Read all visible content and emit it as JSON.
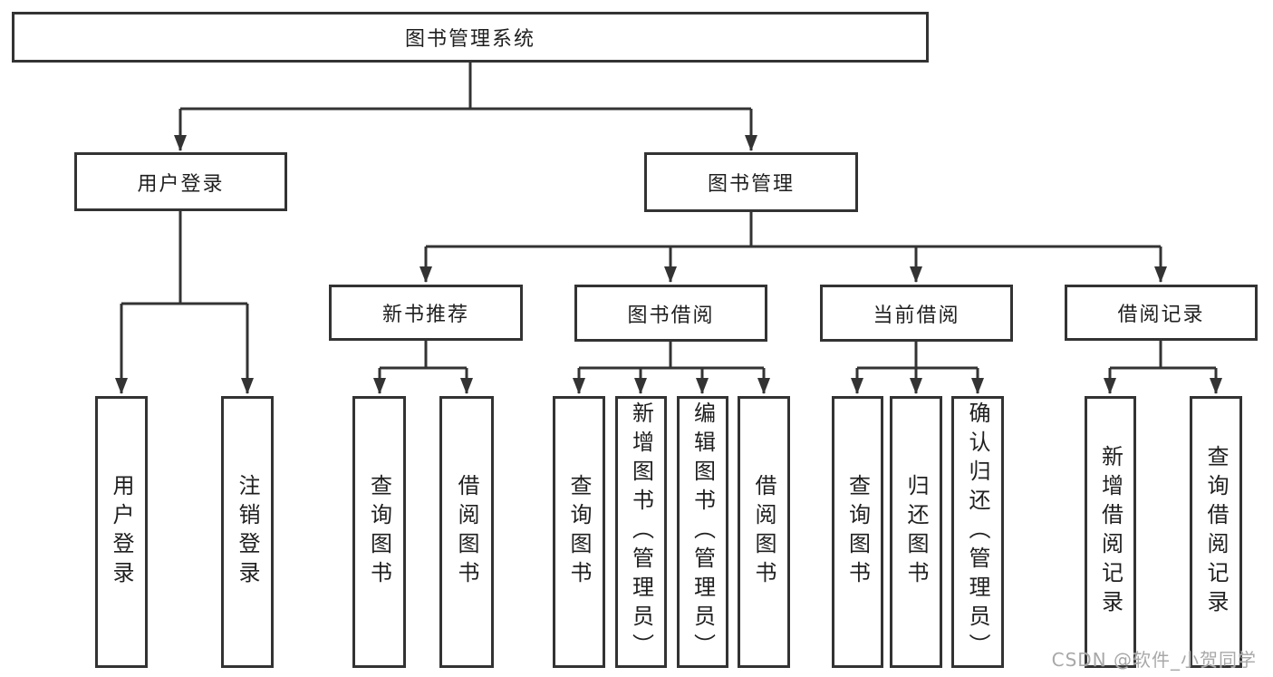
{
  "diagram": {
    "type": "tree",
    "root": {
      "label": "图书管理系统",
      "children": [
        {
          "label": "用户登录",
          "children": [
            {
              "label": "用户登录"
            },
            {
              "label": "注销登录"
            }
          ]
        },
        {
          "label": "图书管理",
          "children": [
            {
              "label": "新书推荐",
              "children": [
                {
                  "label": "查询图书"
                },
                {
                  "label": "借阅图书"
                }
              ]
            },
            {
              "label": "图书借阅",
              "children": [
                {
                  "label": "查询图书"
                },
                {
                  "label": "新增图书（管理员）"
                },
                {
                  "label": "编辑图书（管理员）"
                },
                {
                  "label": "借阅图书"
                }
              ]
            },
            {
              "label": "当前借阅",
              "children": [
                {
                  "label": "查询图书"
                },
                {
                  "label": "归还图书"
                },
                {
                  "label": "确认归还（管理员）"
                }
              ]
            },
            {
              "label": "借阅记录",
              "children": [
                {
                  "label": "新增借阅记录"
                },
                {
                  "label": "查询借阅记录"
                }
              ]
            }
          ]
        }
      ]
    }
  },
  "watermark": {
    "text": "CSDN @软件_小贺同学"
  },
  "colors": {
    "line": "#333333",
    "box_border": "#333333",
    "box_fill": "#ffffff",
    "text": "#1f1f1f",
    "watermark": "#a8a8a8",
    "background": "#ffffff"
  }
}
